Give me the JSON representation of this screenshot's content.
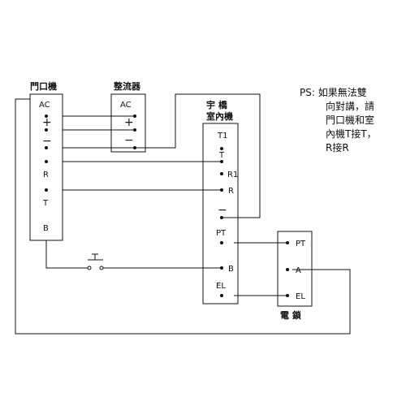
{
  "boxes": {
    "door_unit": {
      "title": "門口機",
      "terminals": [
        "AC",
        "+",
        "−",
        "R",
        "T",
        "B"
      ]
    },
    "rectifier": {
      "title": "整流器",
      "terminals": [
        "AC",
        "+",
        "−"
      ]
    },
    "indoor_unit": {
      "title_line1": "宇 橋",
      "title_line2": "室內機",
      "terminals": [
        "T1",
        "T",
        "R1",
        "R",
        "−",
        "PT",
        "B",
        "EL"
      ]
    },
    "electric_lock": {
      "title": "電 鎖",
      "terminals": [
        "PT",
        "A",
        "EL"
      ]
    }
  },
  "note": {
    "lines": [
      "PS: 如果無法雙",
      "向對講，請",
      "門口機和室",
      "內機T接T，",
      "R接R"
    ]
  }
}
